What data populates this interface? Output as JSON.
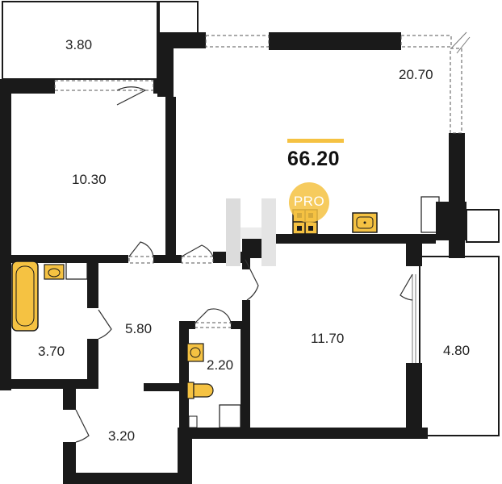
{
  "plan": {
    "total_area": "66.20",
    "badge_text": "PRO",
    "rooms": [
      {
        "id": "balcony-left",
        "area": "3.80"
      },
      {
        "id": "bedroom",
        "area": "10.30"
      },
      {
        "id": "living-room",
        "area": "20.70"
      },
      {
        "id": "bathroom",
        "area": "3.70"
      },
      {
        "id": "hallway",
        "area": "5.80"
      },
      {
        "id": "toilet",
        "area": "2.20"
      },
      {
        "id": "storage",
        "area": "3.20"
      },
      {
        "id": "kitchen",
        "area": "11.70"
      },
      {
        "id": "balcony-right",
        "area": "4.80"
      }
    ]
  },
  "colors": {
    "wall": "#1a1a1a",
    "accent": "#f5c242",
    "fixture": "#f5c242",
    "watermark": "#d9d9d9"
  }
}
